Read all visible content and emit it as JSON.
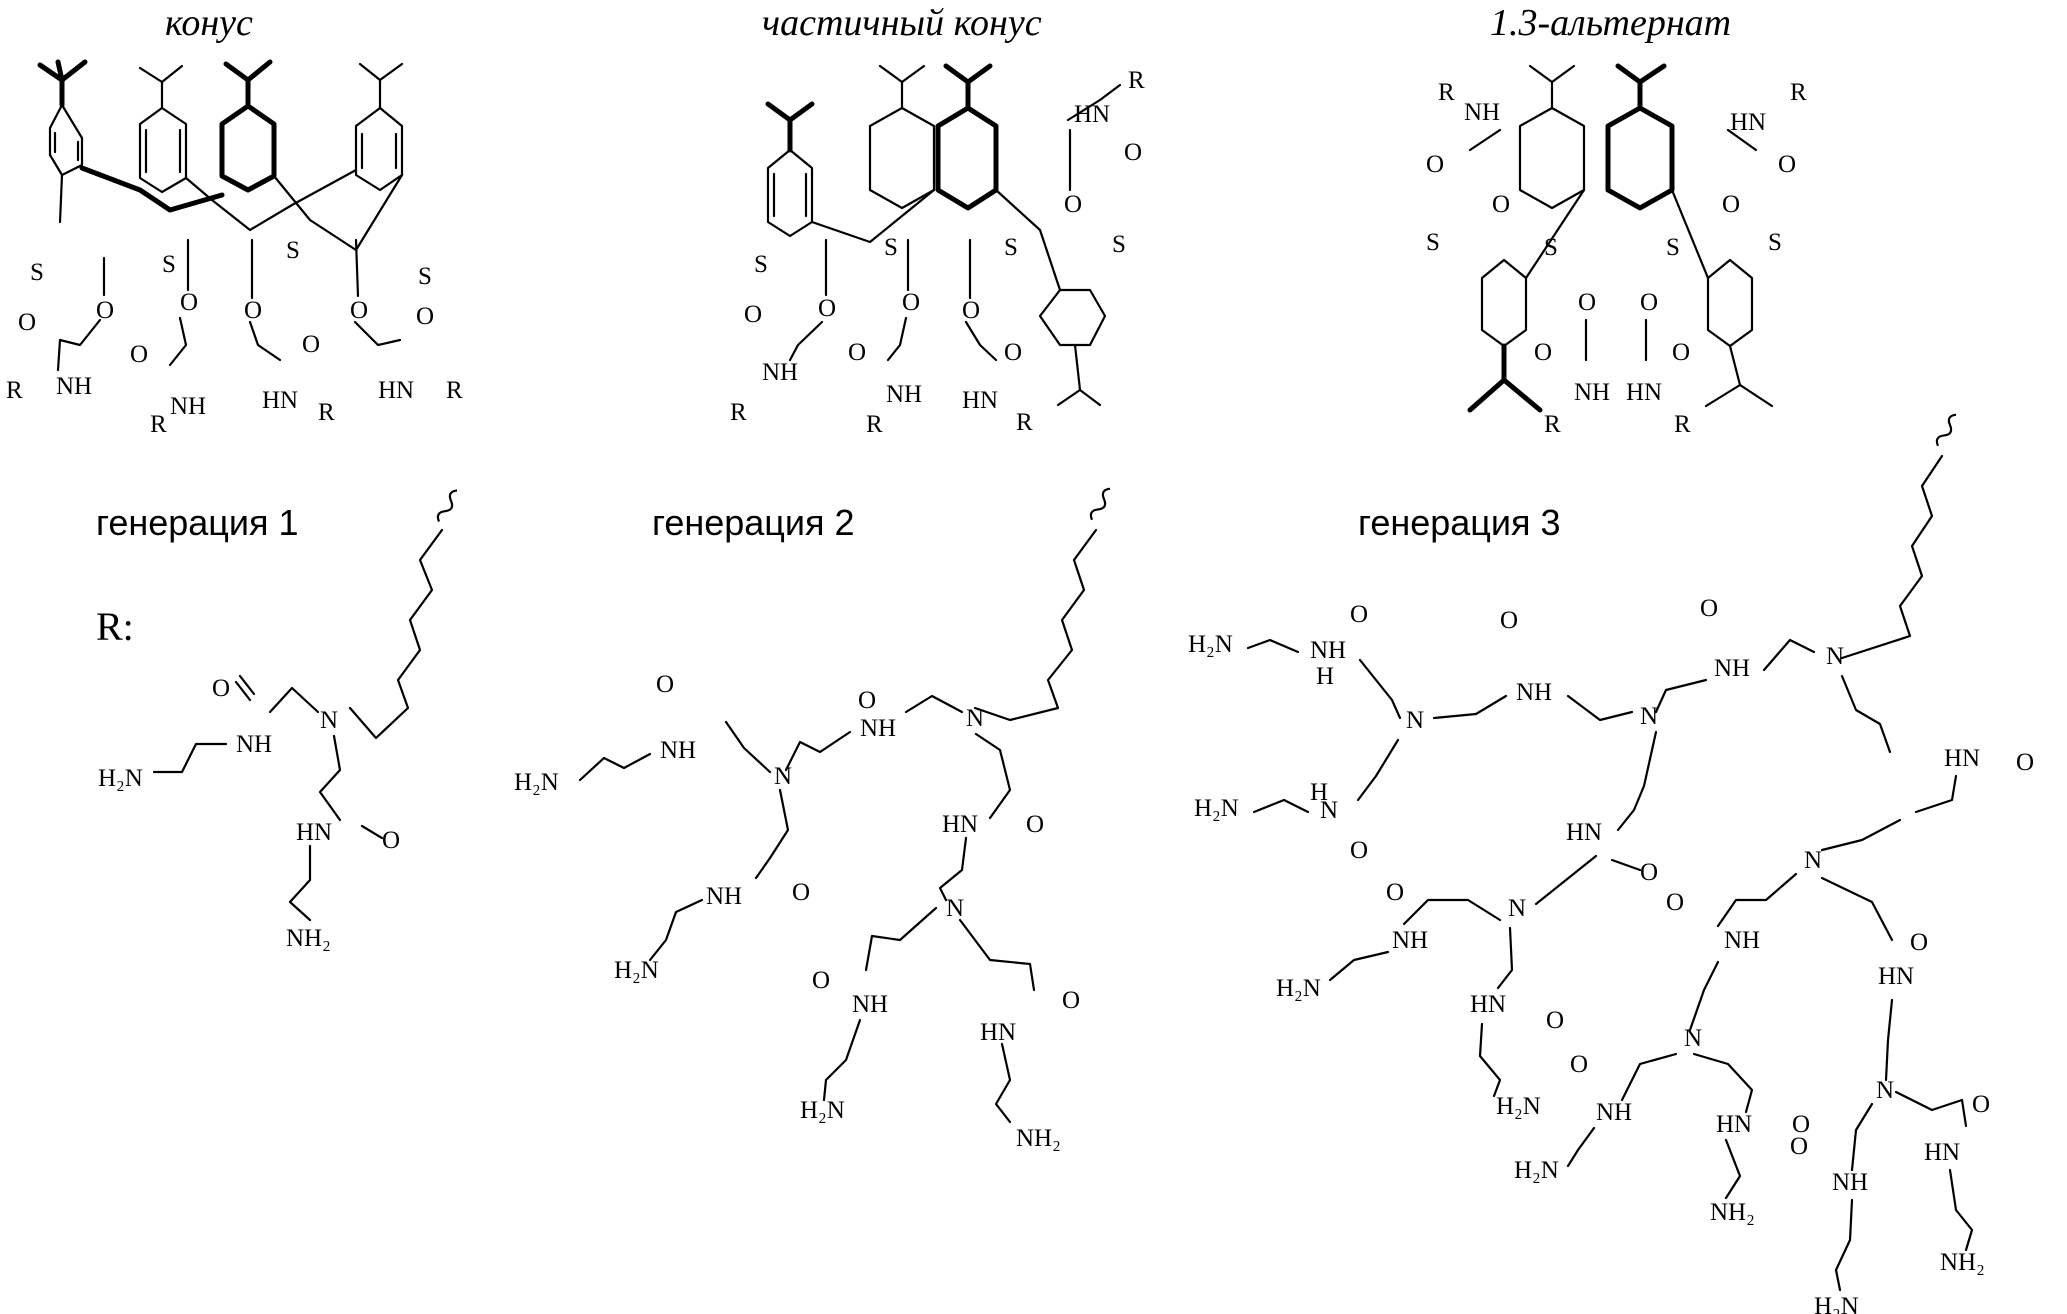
{
  "conformers": [
    {
      "id": "cone",
      "label": "конус"
    },
    {
      "id": "partial-cone",
      "label": "частичный конус"
    },
    {
      "id": "alternate",
      "label": "1.3-альтернат"
    }
  ],
  "generations": [
    {
      "id": "g1",
      "label": "генерация  1"
    },
    {
      "id": "g2",
      "label": "генерация  2"
    },
    {
      "id": "g3",
      "label": "генерация  3"
    }
  ],
  "r_label": "R:",
  "atoms": {
    "S": "S",
    "O": "O",
    "N": "N",
    "NH": "NH",
    "HN": "HN",
    "H": "H",
    "R": "R",
    "H2N": "H₂N",
    "NH2": "NH₂"
  }
}
